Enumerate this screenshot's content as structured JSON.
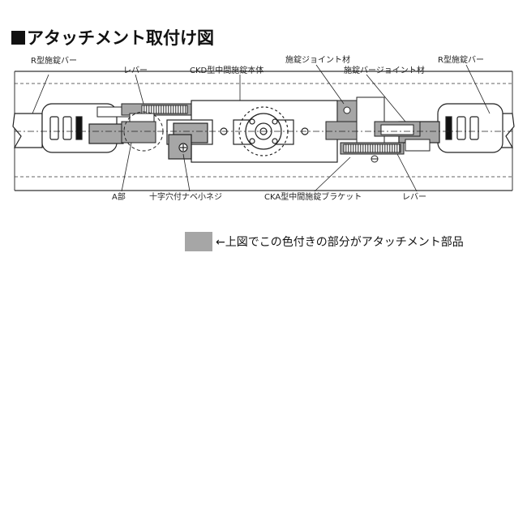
{
  "title": "アタッチメント取付け図",
  "labels": {
    "r_bar_left": "R型施錠バー",
    "lever_top": "レバー",
    "ckd_body": "CKD型中間施錠本体",
    "lock_joint": "施錠ジョイント材",
    "bar_joint": "施錠バージョイント材",
    "r_bar_right": "R型施錠バー",
    "a_part": "A部",
    "pan_screw": "十字穴付ナベ小ネジ",
    "cka_bracket": "CKA型中間施錠ブラケット",
    "lever_bottom": "レバー"
  },
  "legend": {
    "text": "←上図でこの色付きの部分がアタッチメント部品",
    "color": "#a6a6a6"
  }
}
